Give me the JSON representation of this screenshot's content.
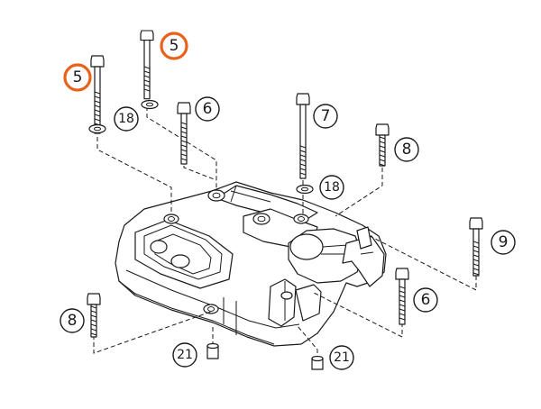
{
  "diagram": {
    "accent_color": "#e8621a",
    "callouts": [
      {
        "id": "c5a",
        "label": "5",
        "highlight": true
      },
      {
        "id": "c5b",
        "label": "5",
        "highlight": true
      },
      {
        "id": "c18a",
        "label": "18",
        "highlight": false
      },
      {
        "id": "c6a",
        "label": "6",
        "highlight": false
      },
      {
        "id": "c7",
        "label": "7",
        "highlight": false
      },
      {
        "id": "c8a",
        "label": "8",
        "highlight": false
      },
      {
        "id": "c18b",
        "label": "18",
        "highlight": false
      },
      {
        "id": "c9",
        "label": "9",
        "highlight": false
      },
      {
        "id": "c6b",
        "label": "6",
        "highlight": false
      },
      {
        "id": "c8b",
        "label": "8",
        "highlight": false
      },
      {
        "id": "c21a",
        "label": "21",
        "highlight": false
      },
      {
        "id": "c21b",
        "label": "21",
        "highlight": false
      }
    ]
  }
}
